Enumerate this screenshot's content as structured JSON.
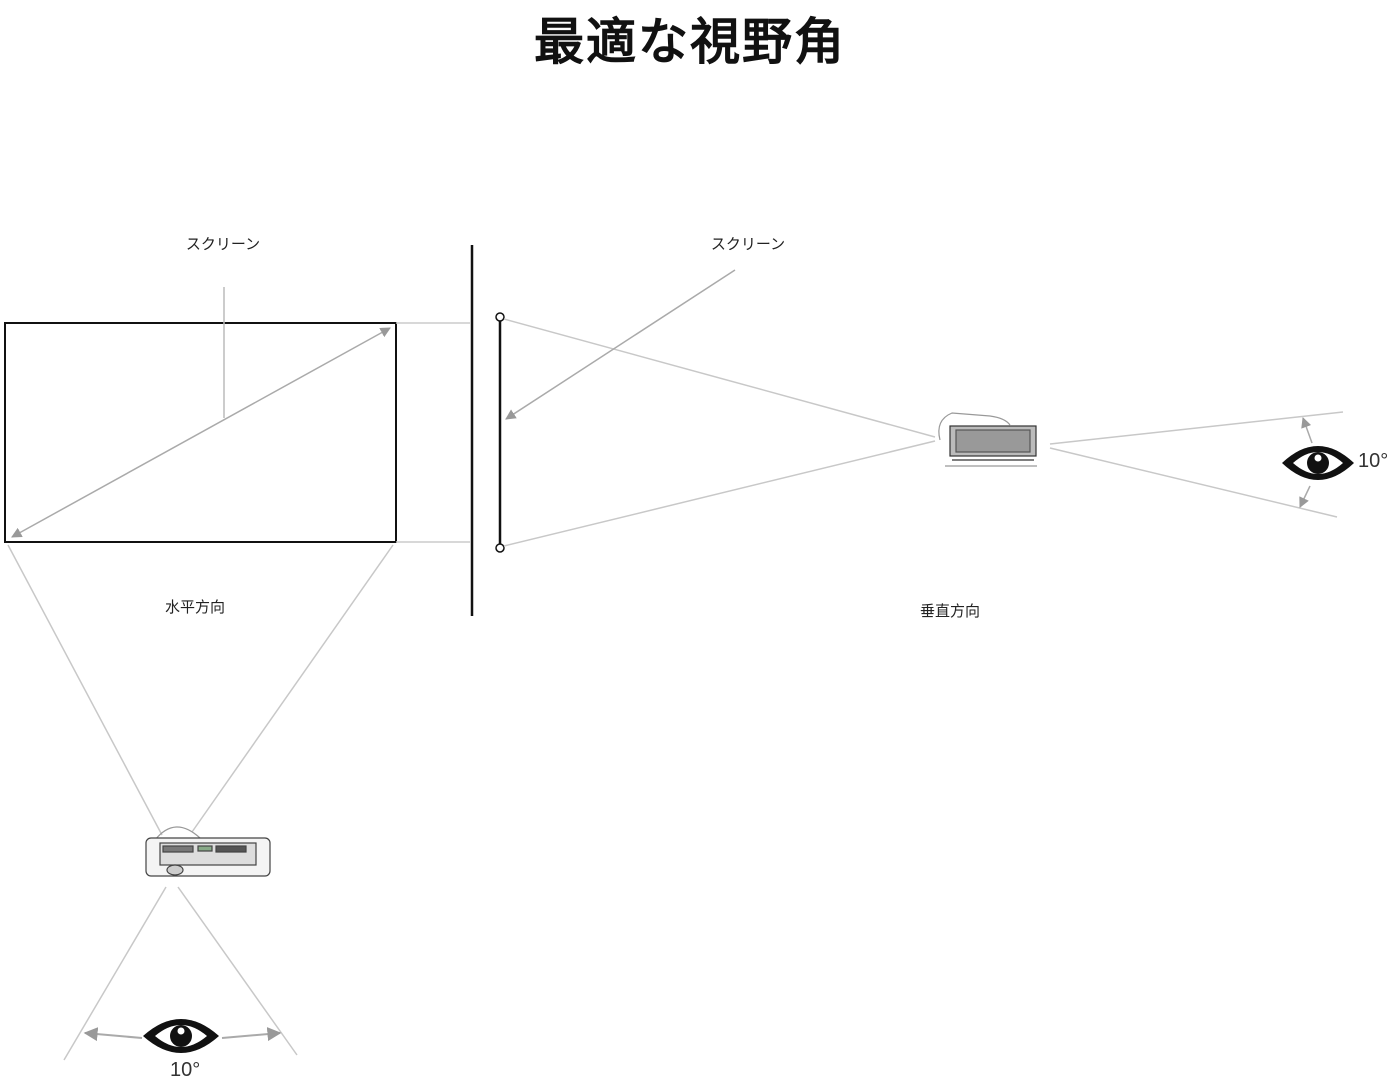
{
  "title": "最適な視野角",
  "labels": {
    "screen_horizontal": "スクリーン",
    "screen_vertical": "スクリーン",
    "horizontal_direction": "水平方向",
    "vertical_direction": "垂直方向",
    "angle_vertical": "10°",
    "angle_horizontal": "10°"
  },
  "colors": {
    "line": "#c8c8c8",
    "frame": "#111111"
  }
}
